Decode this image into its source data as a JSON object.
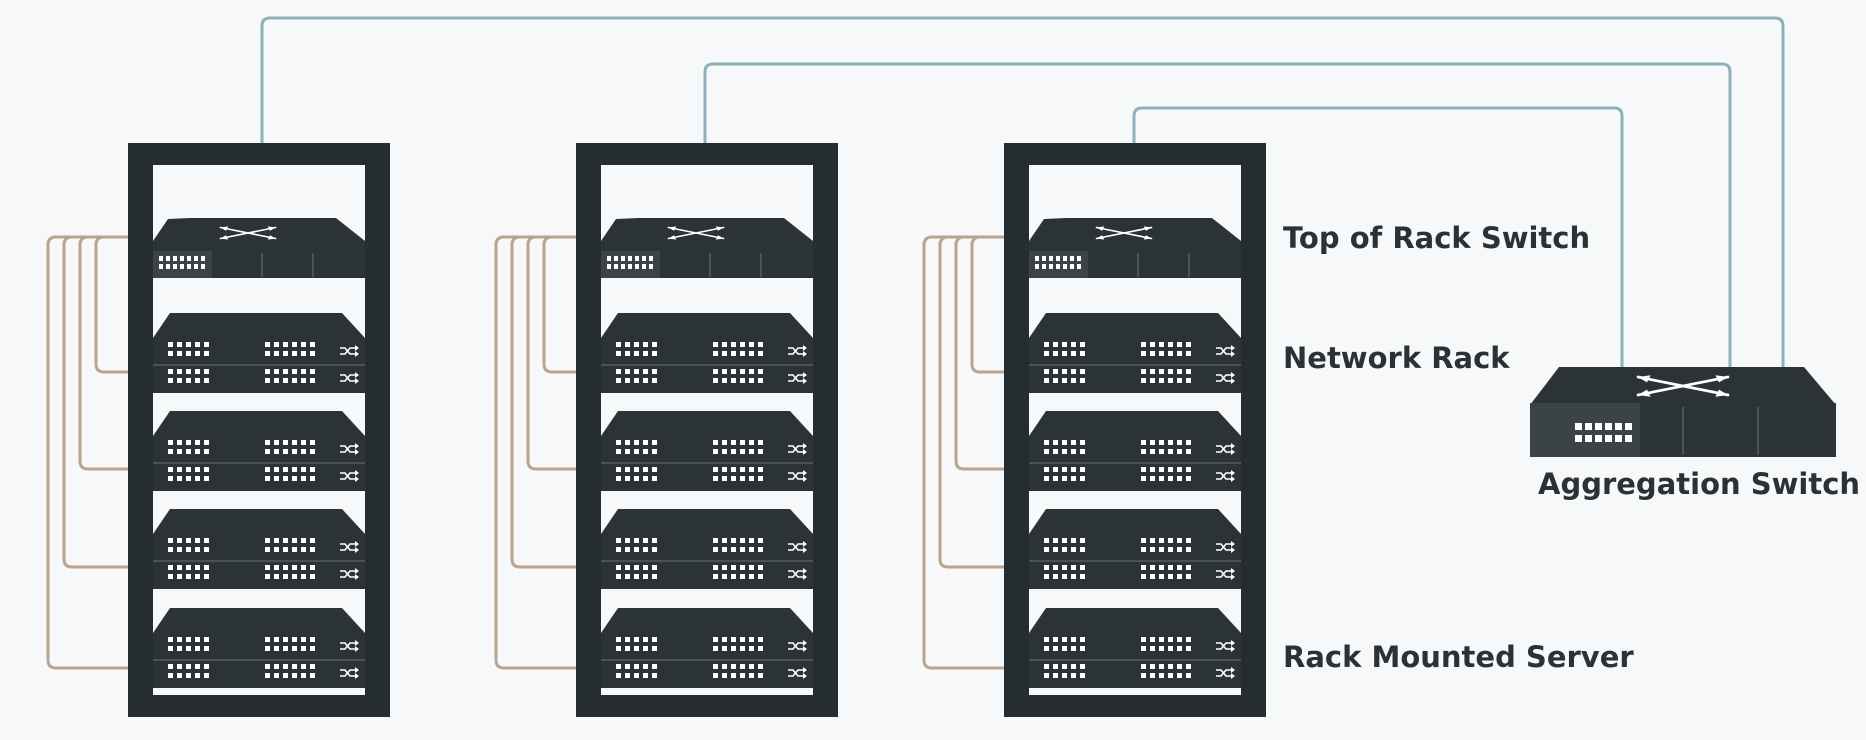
{
  "labels": {
    "top_of_rack_switch": "Top of Rack Switch",
    "network_rack": "Network Rack",
    "rack_mounted_server": "Rack Mounted Server",
    "aggregation_switch": "Aggregation Switch"
  },
  "colors": {
    "background": "#f6f8f9",
    "rack_frame": "#262d31",
    "device": "#2c3337",
    "device_panel": "#3b4347",
    "port": "#ffffff",
    "uplink_cable": "#8fb0ba",
    "server_cable": "#b9a58e",
    "label_text": "#2b3236"
  },
  "icons": {
    "switch_arrows": "crossing-arrows-icon",
    "server_port": "shuffle-icon"
  }
}
